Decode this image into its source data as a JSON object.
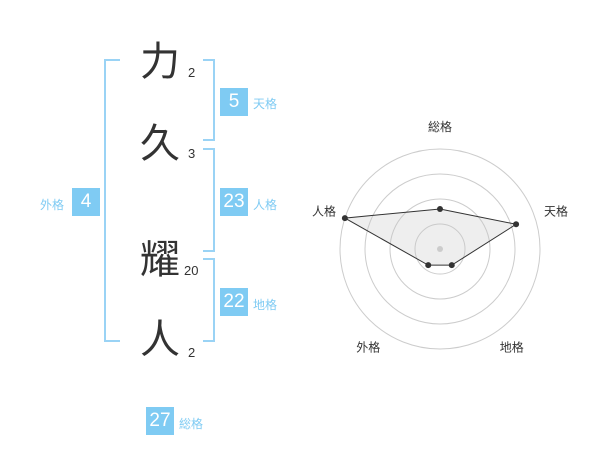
{
  "name": {
    "characters": [
      {
        "char": "力",
        "strokes": "2"
      },
      {
        "char": "久",
        "strokes": "3"
      },
      {
        "char": "耀",
        "strokes": "20"
      },
      {
        "char": "人",
        "strokes": "2"
      }
    ]
  },
  "fortunes": {
    "tenkaku": {
      "value": "5",
      "label": "天格"
    },
    "jinkaku": {
      "value": "23",
      "label": "人格"
    },
    "chikaku": {
      "value": "22",
      "label": "地格"
    },
    "gaikaku": {
      "value": "4",
      "label": "外格"
    },
    "soukaku": {
      "value": "27",
      "label": "総格"
    }
  },
  "colors": {
    "accent": "#7fcbf3",
    "text": "#333333",
    "grid": "#cccccc"
  },
  "chart_data": {
    "type": "radar",
    "axes": [
      "総格",
      "天格",
      "地格",
      "外格",
      "人格"
    ],
    "values": [
      2,
      4,
      1,
      1,
      5
    ],
    "rings": 4,
    "max": 5
  }
}
